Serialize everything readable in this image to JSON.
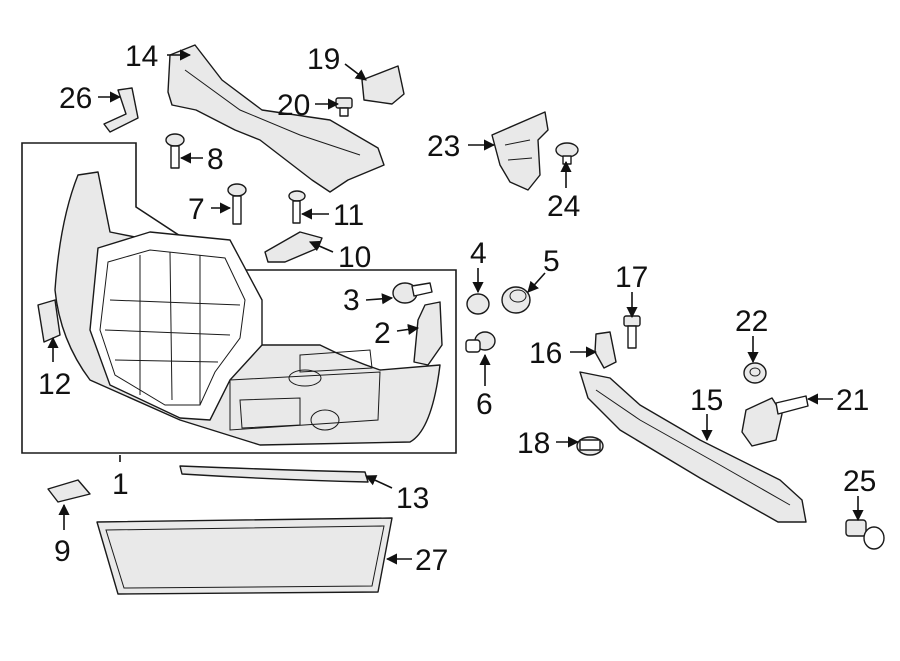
{
  "callouts": [
    {
      "id": "1",
      "label": "1"
    },
    {
      "id": "2",
      "label": "2"
    },
    {
      "id": "3",
      "label": "3"
    },
    {
      "id": "4",
      "label": "4"
    },
    {
      "id": "5",
      "label": "5"
    },
    {
      "id": "6",
      "label": "6"
    },
    {
      "id": "7",
      "label": "7"
    },
    {
      "id": "8",
      "label": "8"
    },
    {
      "id": "9",
      "label": "9"
    },
    {
      "id": "10",
      "label": "10"
    },
    {
      "id": "11",
      "label": "11"
    },
    {
      "id": "12",
      "label": "12"
    },
    {
      "id": "13",
      "label": "13"
    },
    {
      "id": "14",
      "label": "14"
    },
    {
      "id": "15",
      "label": "15"
    },
    {
      "id": "16",
      "label": "16"
    },
    {
      "id": "17",
      "label": "17"
    },
    {
      "id": "18",
      "label": "18"
    },
    {
      "id": "19",
      "label": "19"
    },
    {
      "id": "20",
      "label": "20"
    },
    {
      "id": "21",
      "label": "21"
    },
    {
      "id": "22",
      "label": "22"
    },
    {
      "id": "23",
      "label": "23"
    },
    {
      "id": "24",
      "label": "24"
    },
    {
      "id": "25",
      "label": "25"
    },
    {
      "id": "26",
      "label": "26"
    },
    {
      "id": "27",
      "label": "27"
    }
  ],
  "colors": {
    "line": "#1a1a1a",
    "background": "#ffffff",
    "part_fill": "#e9e9e9"
  }
}
